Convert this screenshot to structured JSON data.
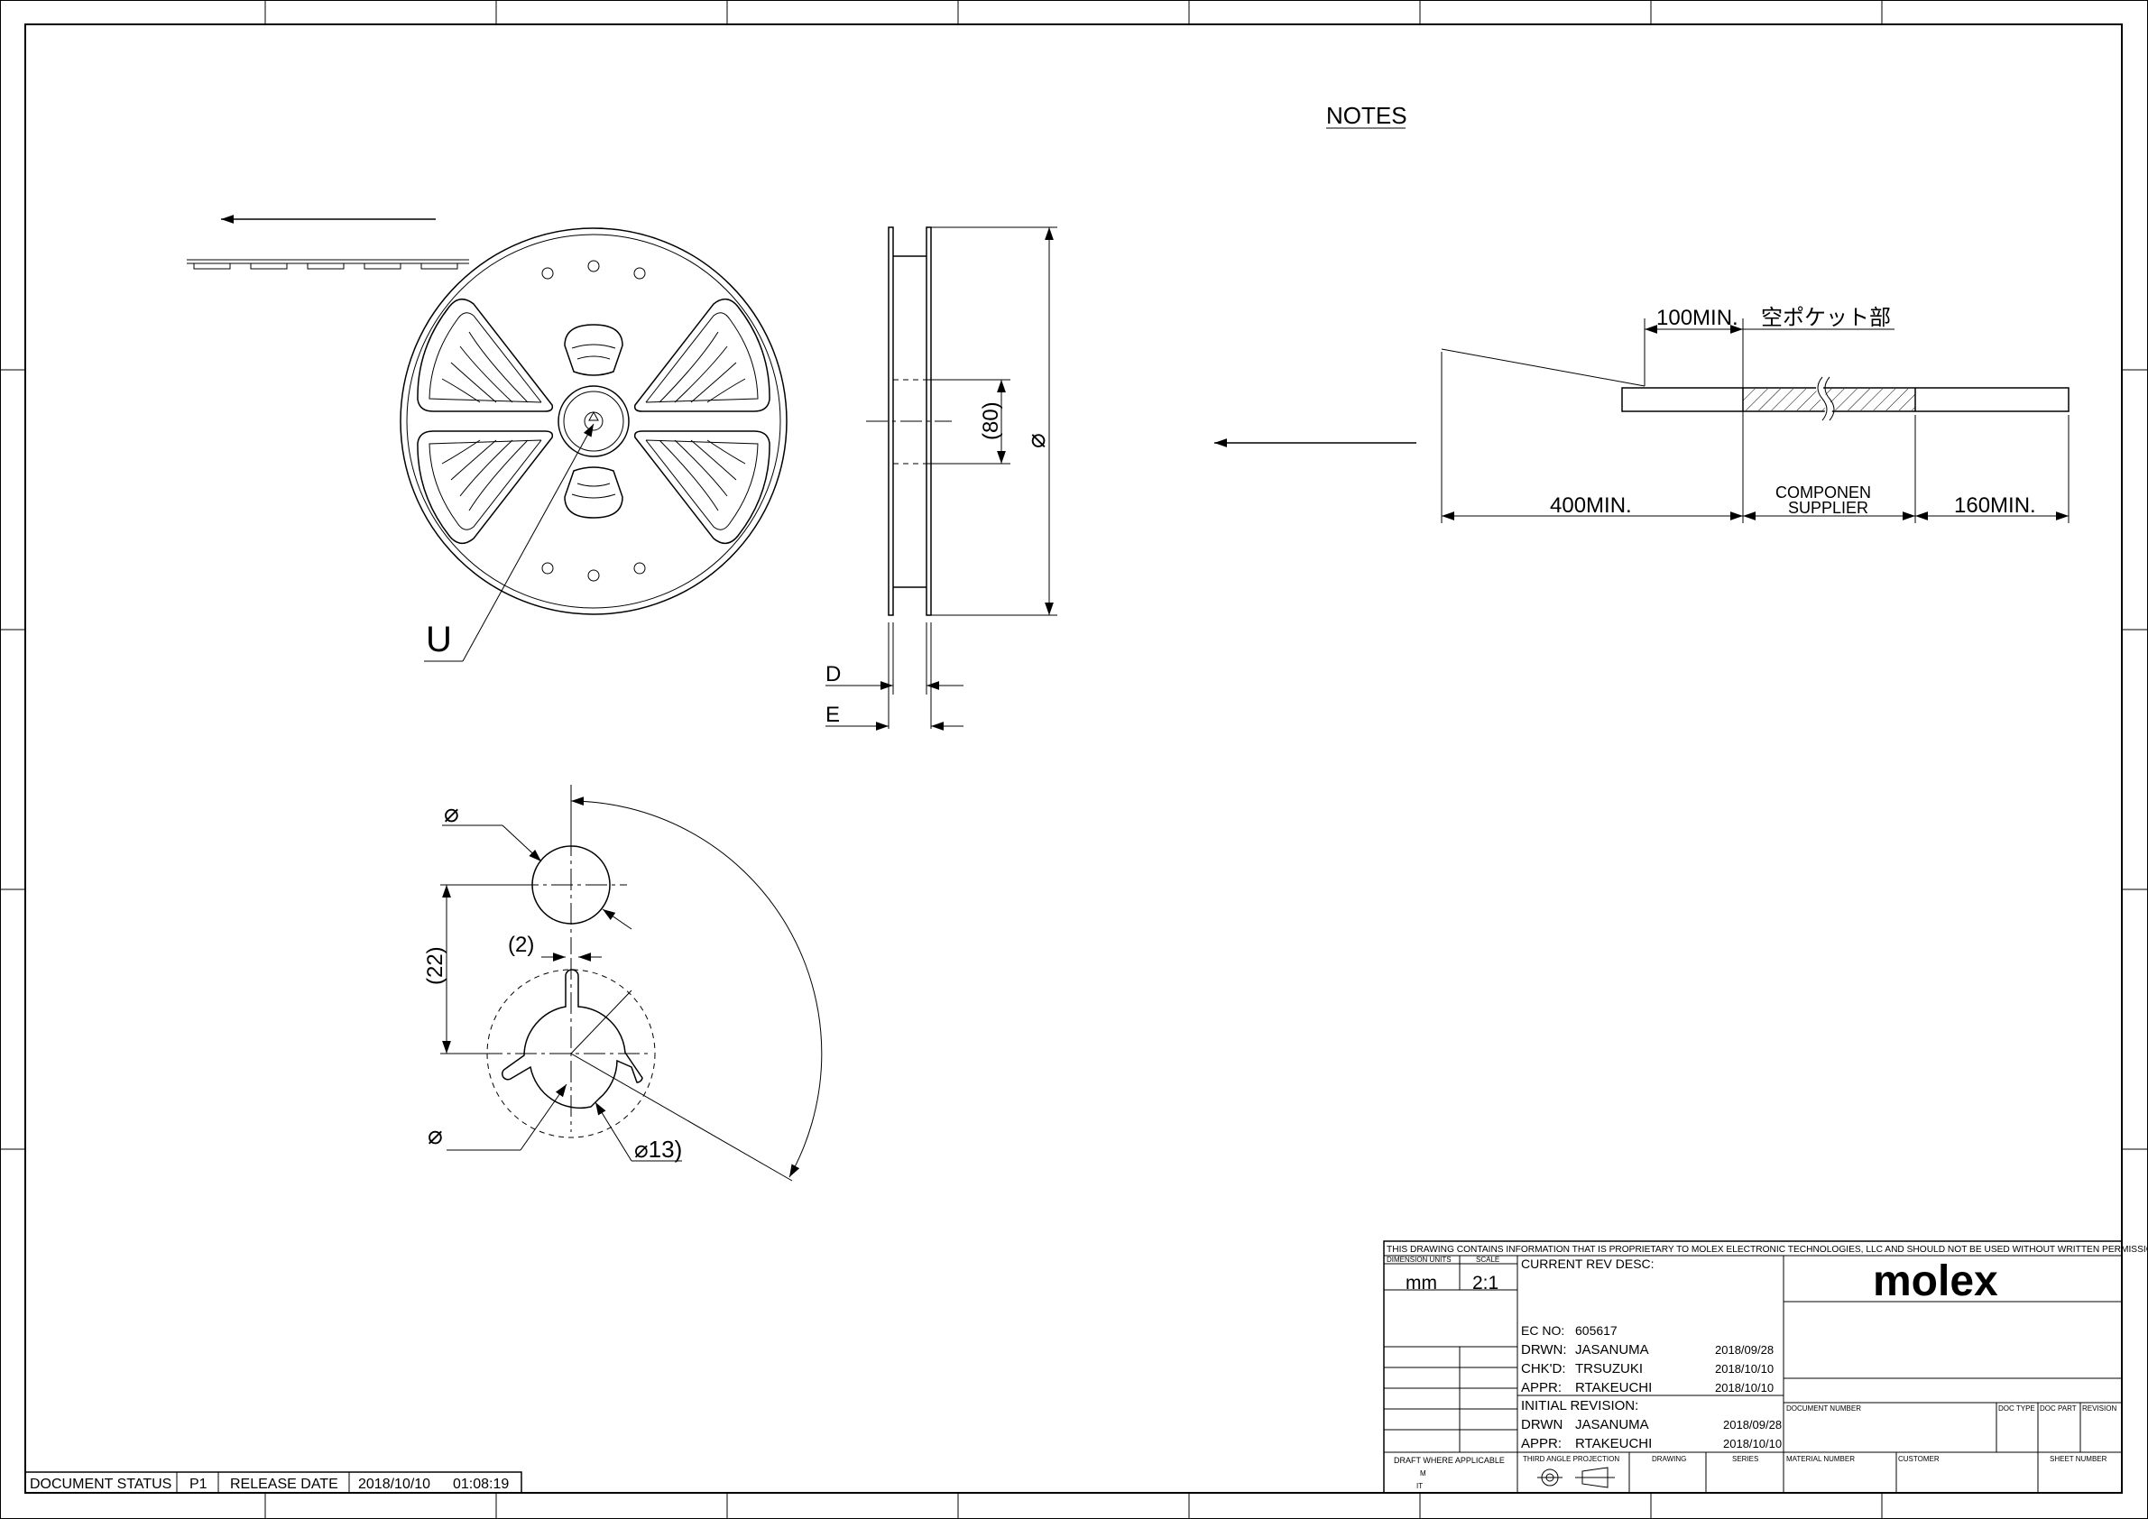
{
  "notes": {
    "heading": "NOTES"
  },
  "reel_view": {
    "callout_u": "U"
  },
  "side_view": {
    "hub_dim": "(80)",
    "diameter_symbol": "⌀",
    "dim_d": "D",
    "dim_e": "E"
  },
  "hub_detail": {
    "hole_diameter": "⌀",
    "slot_width": "(2)",
    "spacing": "(22)",
    "bore_diameter": "⌀",
    "bore_dim": "⌀13)"
  },
  "tape_diagram": {
    "label_100": "100MIN.",
    "label_empty": "空ポケット部",
    "label_400": "400MIN.",
    "label_component_1": "COMPONEN",
    "label_component_2": "SUPPLIER",
    "label_160": "160MIN."
  },
  "title_block": {
    "proprietary": "THIS DRAWING CONTAINS INFORMATION THAT IS PROPRIETARY TO MOLEX ELECTRONIC TECHNOLOGIES, LLC AND SHOULD NOT BE USED WITHOUT WRITTEN PERMISSION",
    "dimension_units_label": "DIMENSION UNITS",
    "dimension_units": "mm",
    "scale_label": "SCALE",
    "scale": "2:1",
    "current_rev_desc": "CURRENT REV DESC:",
    "ec_no_label": "EC NO:",
    "ec_no": "605617",
    "drwn_label": "DRWN:",
    "drwn_name": "JASANUMA",
    "drwn_date": "2018/09/28",
    "chkd_label": "CHK'D:",
    "chkd_name": "TRSUZUKI",
    "chkd_date": "2018/10/10",
    "appr_label": "APPR:",
    "appr_name": "RTAKEUCHI",
    "appr_date": "2018/10/10",
    "initial_revision": "INITIAL REVISION:",
    "init_drwn_label": "DRWN",
    "init_drwn_name": "JASANUMA",
    "init_drwn_date": "2018/09/28",
    "init_appr_label": "APPR:",
    "init_appr_name": "RTAKEUCHI",
    "init_appr_date": "2018/10/10",
    "logo": "molex",
    "document_number": "DOCUMENT NUMBER",
    "doc_type": "DOC TYPE",
    "doc_part": "DOC PART",
    "revision": "REVISION",
    "draft_where_applicable": "DRAFT WHERE APPLICABLE",
    "draft_m": "M",
    "draft_it": "IT",
    "third_angle_projection": "THIRD ANGLE PROJECTION",
    "drawing": "DRAWING",
    "series": "SERIES",
    "material_number": "MATERIAL NUMBER",
    "customer": "CUSTOMER",
    "sheet_number": "SHEET NUMBER"
  },
  "status_bar": {
    "document_status_label": "DOCUMENT STATUS",
    "document_status": "P1",
    "release_date_label": "RELEASE DATE",
    "release_date": "2018/10/10",
    "release_time": "01:08:19"
  }
}
